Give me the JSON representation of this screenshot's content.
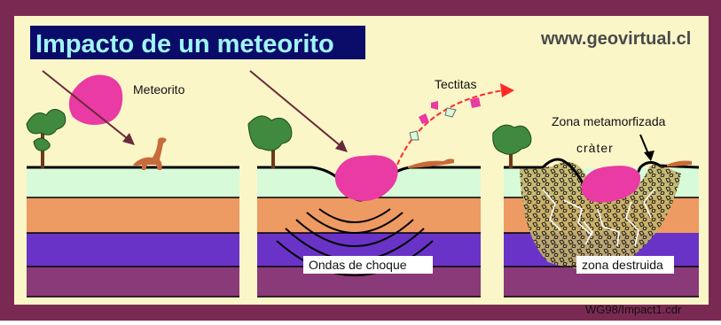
{
  "title": "Impacto de un meteorito",
  "website": "www.geovirtual.cl",
  "credit": "WG98/Impact1.cdr",
  "colors": {
    "frame": "#7a2a52",
    "background": "#fbf6c8",
    "title_bg": "#0b0b6a",
    "title_text": "#9ff5f5",
    "layer_mint": "#d7fbd9",
    "layer_orange": "#ee9a63",
    "layer_purple": "#6a33c7",
    "layer_plum": "#8a3a78",
    "meteor": "#ea3aa3",
    "dinosaur": "#c96a3a",
    "tree": "#3f8a3f",
    "trajectory": "#ff2a2a",
    "arrow": "#6a2a3a"
  },
  "panels": [
    {
      "stage": 1,
      "labels": {
        "meteor": "Meteorito"
      }
    },
    {
      "stage": 2,
      "labels": {
        "tektites": "Tectitas",
        "shockwaves": "Ondas de choque"
      }
    },
    {
      "stage": 3,
      "labels": {
        "metamorphic_zone": "Zona metamorfizada",
        "crater": "cràter",
        "destroyed_zone": "zona destruida"
      }
    }
  ]
}
